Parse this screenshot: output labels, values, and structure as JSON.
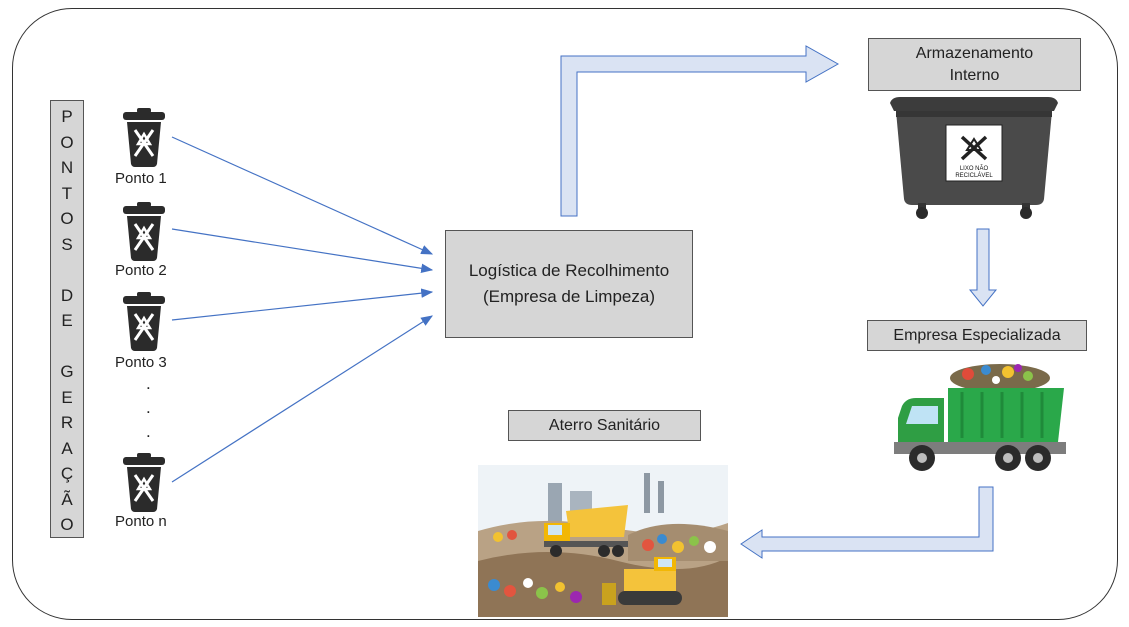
{
  "vertical_title": [
    "P",
    "O",
    "N",
    "T",
    "O",
    "S",
    "",
    "D",
    "E",
    "",
    "G",
    "E",
    "R",
    "A",
    "Ç",
    "Ã",
    "O"
  ],
  "generation_points": [
    {
      "label": "Ponto 1"
    },
    {
      "label": "Ponto 2"
    },
    {
      "label": "Ponto 3"
    },
    {
      "label": "Ponto n"
    }
  ],
  "ellipsis": [
    ".",
    ".",
    "."
  ],
  "logistics": {
    "line1": "Logística de Recolhimento",
    "line2": "(Empresa de Limpeza)"
  },
  "storage": {
    "line1": "Armazenamento",
    "line2": "Interno"
  },
  "container_sticker": {
    "line1": "LIXO NÃO",
    "line2": "RECICLÁVEL"
  },
  "company": {
    "label": "Empresa Especializada"
  },
  "landfill": {
    "label": "Aterro Sanitário"
  },
  "colors": {
    "box_fill": "#d6d6d6",
    "arrow_fill": "#dae3f3",
    "arrow_stroke": "#4472c4",
    "connector": "#4472c4",
    "bin": "#2b2b2b",
    "container": "#4a4a4a",
    "truck_green": "#2aa84a",
    "truck_cab": "#2f9e44"
  }
}
